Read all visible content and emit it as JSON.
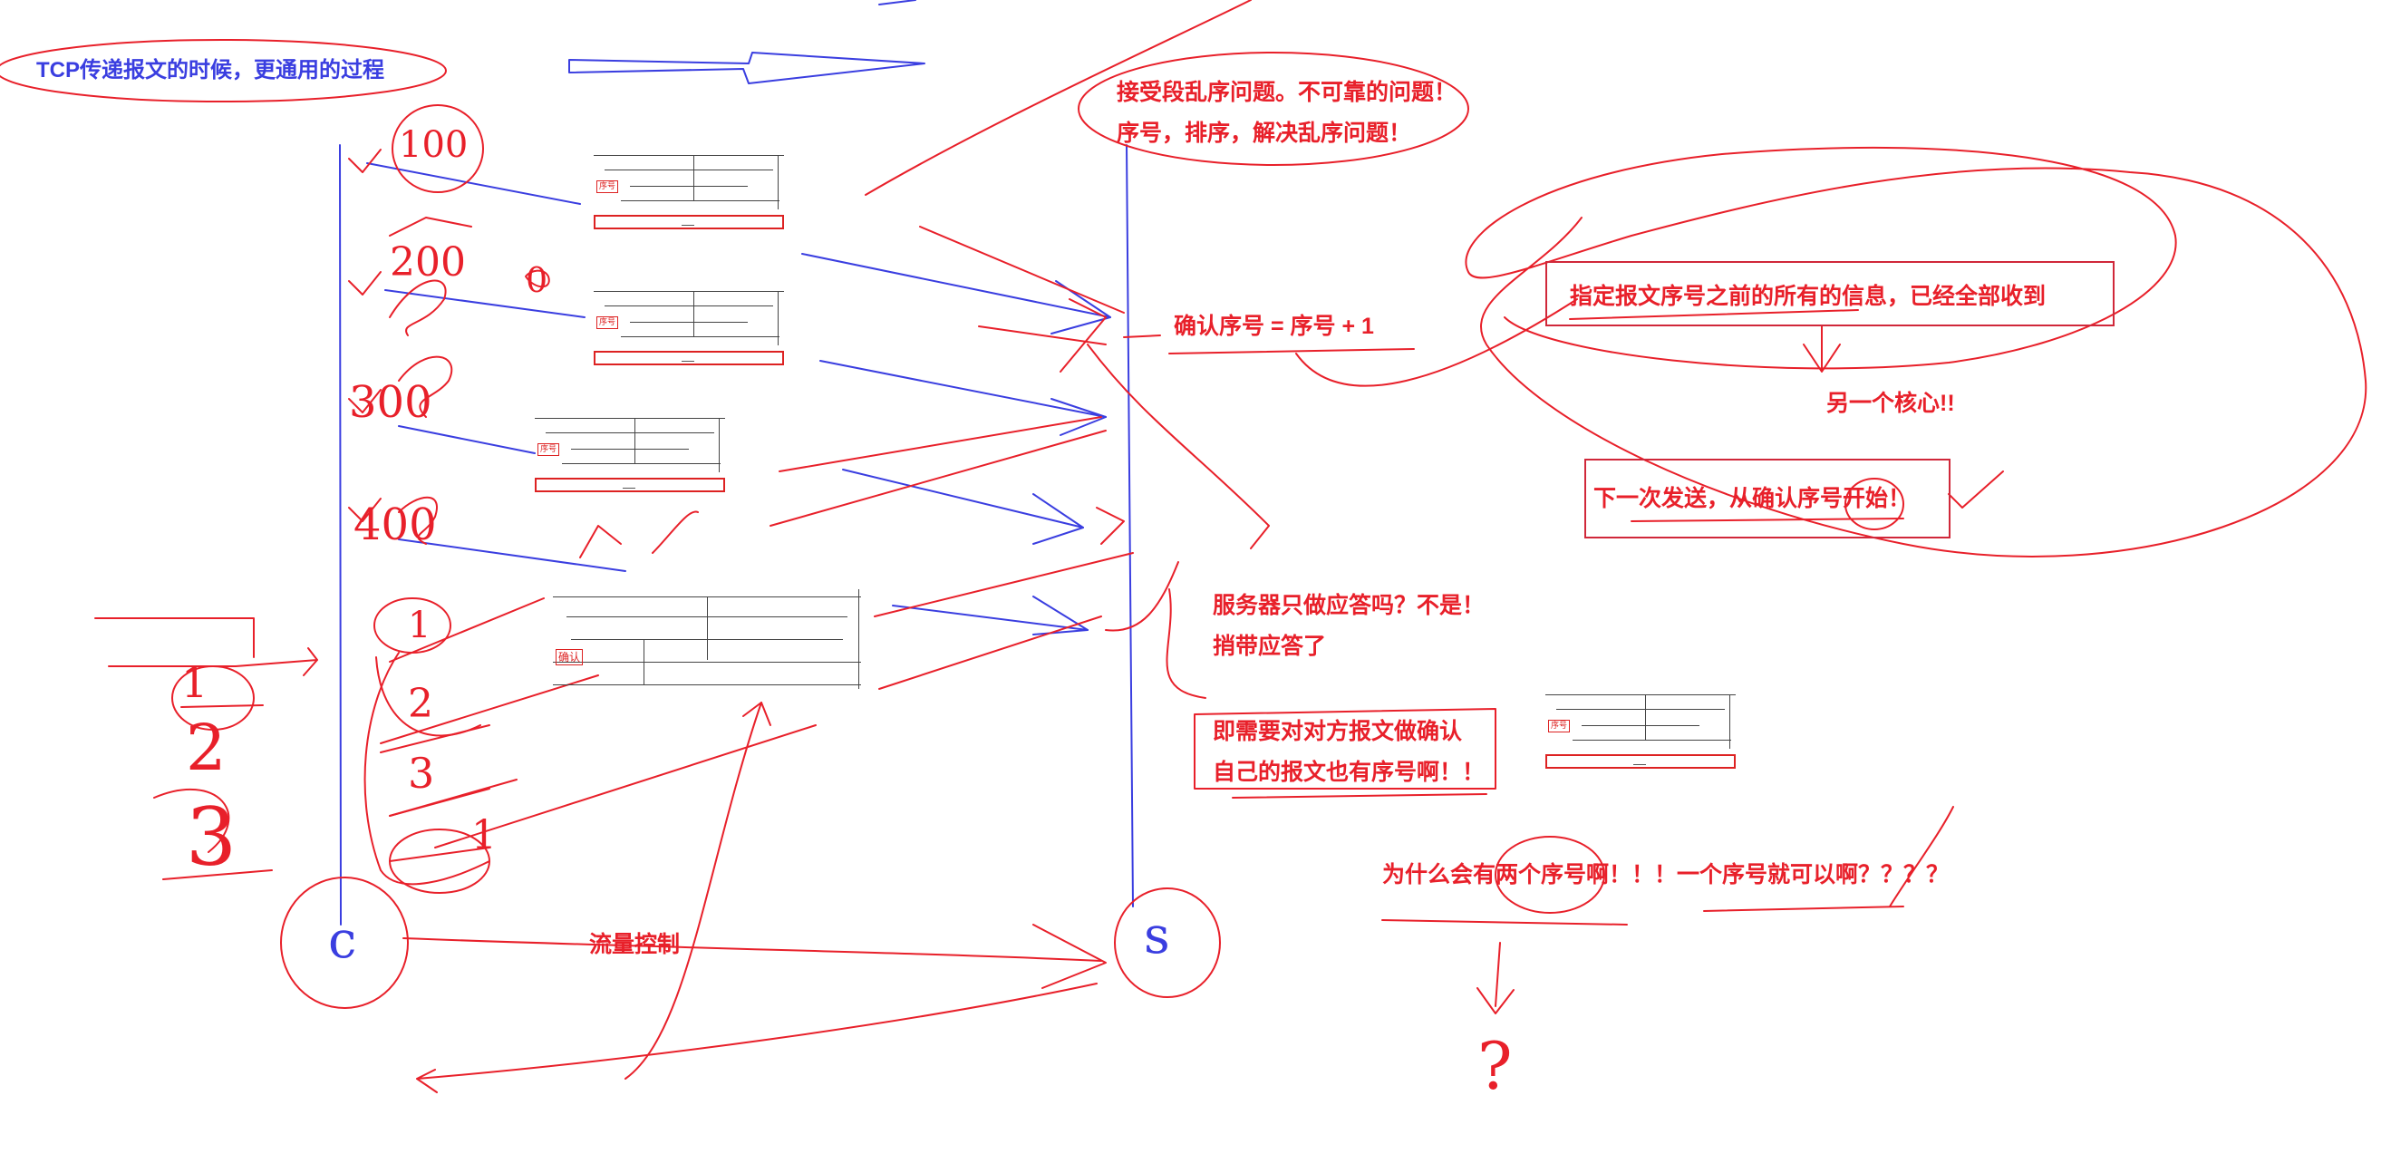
{
  "title": "TCP传递报文的时候，更通用的过程",
  "hand_marks": {
    "seq_100": "100",
    "seq_200": "200",
    "seq_300": "300",
    "seq_400": "400",
    "zero": "0",
    "client": "c",
    "server": "s",
    "question": "?",
    "left_stack": [
      "1",
      "2",
      "3"
    ],
    "right_stack": [
      "1",
      "2",
      "3",
      "1"
    ]
  },
  "notes": {
    "out_of_order_1": "接受段乱序问题。不可靠的问题！",
    "out_of_order_2": "序号，排序，解决乱序问题！",
    "ack_formula": "确认序号 = 序号 + 1",
    "ack_meaning": "指定报文序号之前的所有的信息，已经全部收到",
    "another_core": "另一个核心!!",
    "next_send": "下一次发送，从确认序号开始！",
    "server_reply_1": "服务器只做应答吗？不是！",
    "server_reply_2": "捎带应答了",
    "both_need_1": "即需要对对方报文做确认",
    "both_need_2": "自己的报文也有序号啊！！",
    "why_two_seq": "为什么会有两个序号啊！！！一个序号就可以啊？？？？",
    "flow_control": "流量控制"
  },
  "colors": {
    "ink_red": "#e8202a",
    "ink_blue": "#3a3ee0",
    "box_red": "#d0283a"
  }
}
